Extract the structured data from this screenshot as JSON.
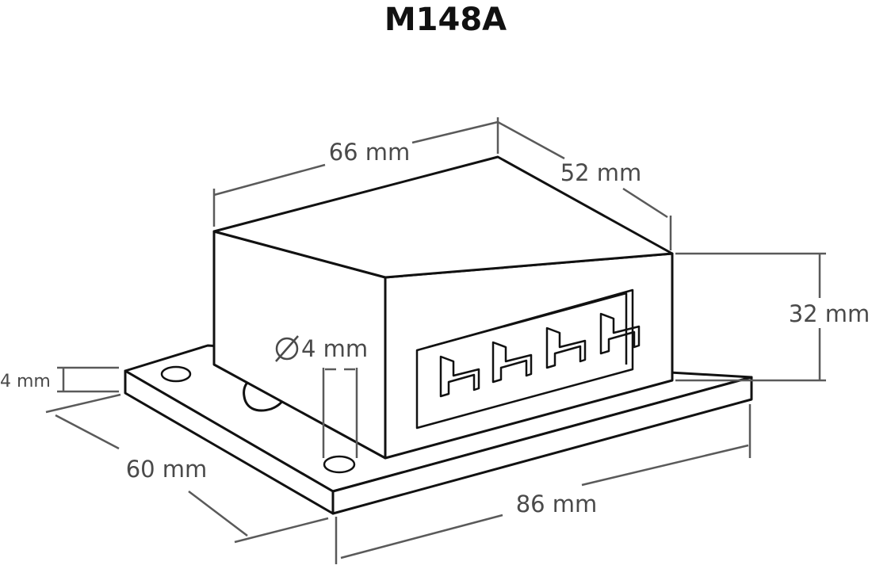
{
  "title": "M148A",
  "dimensions": {
    "width_top": "66 mm",
    "depth_top": "52 mm",
    "height": "32 mm",
    "hole_diameter": "4 mm",
    "base_thickness": "4 mm",
    "base_depth": "60 mm",
    "base_width": "86 mm"
  },
  "colors": {
    "outline": "#111111",
    "dimension": "#4a4a4a"
  }
}
